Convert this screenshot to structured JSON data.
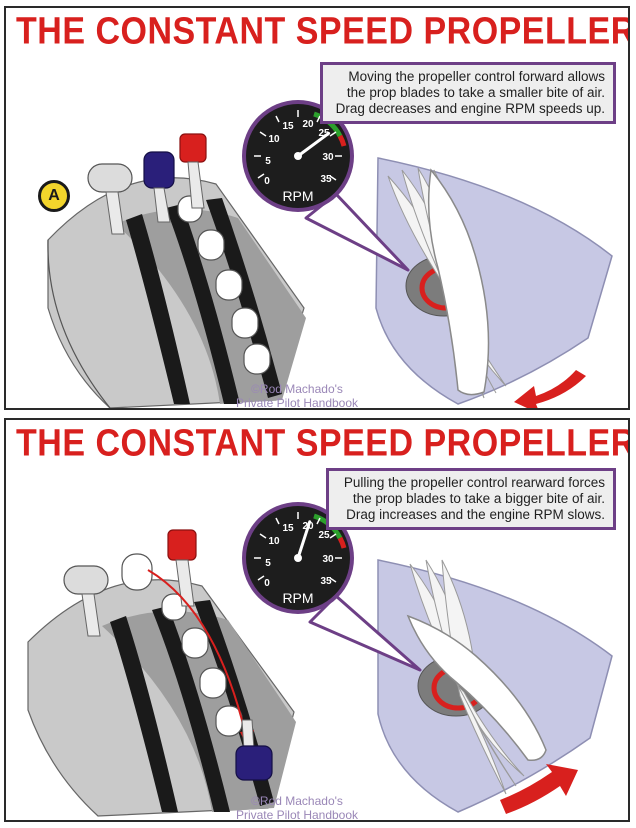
{
  "panels": [
    {
      "title": "THE CONSTANT SPEED PROPELLER",
      "caption": "Moving the propeller control forward allows the prop blades to take a smaller bite of air. Drag decreases and engine RPM speeds up.",
      "marker": "A",
      "gauge": {
        "unit": "RPM",
        "ticks": [
          "0",
          "5",
          "10",
          "15",
          "20",
          "25",
          "30",
          "35"
        ],
        "needle_value": 25
      },
      "credit_line1": "©Rod Machado's",
      "credit_line2": "Private Pilot Handbook"
    },
    {
      "title": "THE CONSTANT SPEED PROPELLER",
      "caption": "Pulling the propeller control rearward forces the prop blades to take a bigger bite of air. Drag increases and the engine RPM slows.",
      "gauge": {
        "unit": "RPM",
        "ticks": [
          "0",
          "5",
          "10",
          "15",
          "20",
          "25",
          "30",
          "35"
        ],
        "needle_value": 20
      },
      "credit_line1": "©Rod Machado's",
      "credit_line2": "Private Pilot Handbook"
    }
  ],
  "colors": {
    "title_red": "#d8201e",
    "frame_purple": "#6d3f86",
    "disc_lavender": "#c7c8e4",
    "prop_knob_blue": "#2a1f7a",
    "mixture_knob_red": "#d8201e",
    "gauge_green": "#2ca02c",
    "gauge_red": "#d8201e",
    "credit_lavender": "#9a87b7"
  }
}
